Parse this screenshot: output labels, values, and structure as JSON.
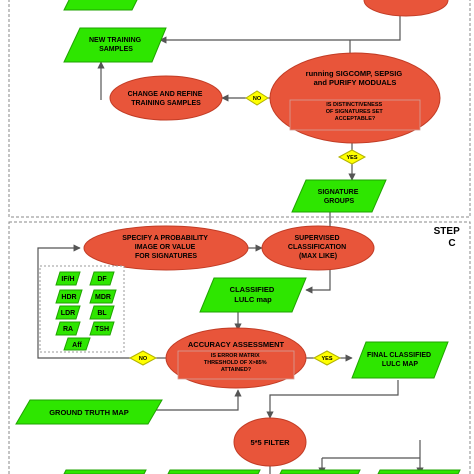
{
  "colors": {
    "process_fill": "#e8553a",
    "process_stroke": "#c23c25",
    "data_fill": "#2ee600",
    "data_stroke": "#1fa300",
    "decision_fill": "#ffff00",
    "decision_stroke": "#b3b300",
    "line": "#555555",
    "dash": "#888888"
  },
  "nodes": {
    "new_training_samples": [
      "NEW TRAINING",
      "SAMPLES"
    ],
    "change_refine": [
      "CHANGE AND REFINE",
      "TRAINING SAMPLES"
    ],
    "running_modules": [
      "running SIGCOMP, SEPSIG",
      "and PURIFY MODUALS"
    ],
    "distinctiveness_question": [
      "IS DISTINCTIVENESS",
      "OF SIGNATURES SET",
      "ACCEPTABLE?"
    ],
    "signature_groups": [
      "SIGNATURE",
      "GROUPS"
    ],
    "specify_probability": [
      "SPECIFY A PROBABILITY",
      "IMAGE OR VALUE",
      "FOR SIGNATURES"
    ],
    "supervised_classification": [
      "SUPERVISED",
      "CLASSIFICATION",
      "(MAX LIKE)"
    ],
    "classified_map": [
      "CLASSIFIED",
      "LULC map"
    ],
    "accuracy_assessment": [
      "ACCURACY ASSESSMENT"
    ],
    "accuracy_question": [
      "IS ERROR MATRIX",
      "THRESHOLD OF X>85%",
      "ATTAINED?"
    ],
    "final_map": [
      "FINAL CLASSIFIED",
      "LULC MAP"
    ],
    "ground_truth_map": [
      "GROUND TRUTH MAP"
    ],
    "filter": [
      "5*5 FILTER"
    ]
  },
  "decisions": {
    "no_1": "NO",
    "yes_1": "YES",
    "no_2": "NO",
    "yes_2": "YES"
  },
  "step_label": [
    "STEP",
    "C"
  ],
  "parameters": [
    "IF/H",
    "DF",
    "HDR",
    "MDR",
    "LDR",
    "BL",
    "RA",
    "TSH",
    "Aff"
  ]
}
